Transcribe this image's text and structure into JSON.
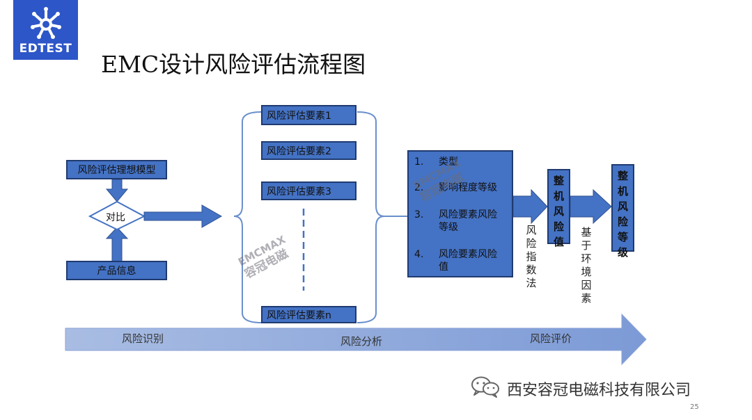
{
  "logo": {
    "text": "EDTEST"
  },
  "title": "EMC设计风险评估流程图",
  "left": {
    "ideal_model": "风险评估理想模型",
    "compare": "对比",
    "product_info": "产品信息"
  },
  "elements": [
    "风险评估要素1",
    "风险评估要素2",
    "风险评估要素3",
    "风险评估要素n"
  ],
  "analysis_box": {
    "items": [
      {
        "num": "1.",
        "lines": [
          "类型"
        ]
      },
      {
        "num": "2.",
        "lines": [
          "影响程度等级"
        ]
      },
      {
        "num": "3.",
        "lines": [
          "风险要素风险",
          "等级"
        ]
      },
      {
        "num": "4.",
        "lines": [
          "风险要素风险",
          "值"
        ]
      }
    ]
  },
  "method_label": [
    "风",
    "险",
    "指",
    "数",
    "法"
  ],
  "machine_risk_value": [
    "整",
    "机",
    "风",
    "险",
    "值"
  ],
  "env_label": [
    "基",
    "于",
    "环",
    "境",
    "因",
    "素"
  ],
  "machine_risk_level": [
    "整",
    "机",
    "风",
    "险",
    "等",
    "级"
  ],
  "phases": {
    "identify": "风险识别",
    "analyze": "风险分析",
    "evaluate": "风险评价"
  },
  "watermark": {
    "line1": "EMCMAX",
    "line2": "容冠电磁"
  },
  "footer": {
    "company": "西安容冠电磁科技有限公司",
    "page": "25"
  },
  "colors": {
    "box_fill": "#4472c4",
    "box_border": "#1f3a70",
    "band": "#8faadc",
    "logo": "#2d56c8",
    "bracket": "#6a8fcc"
  }
}
